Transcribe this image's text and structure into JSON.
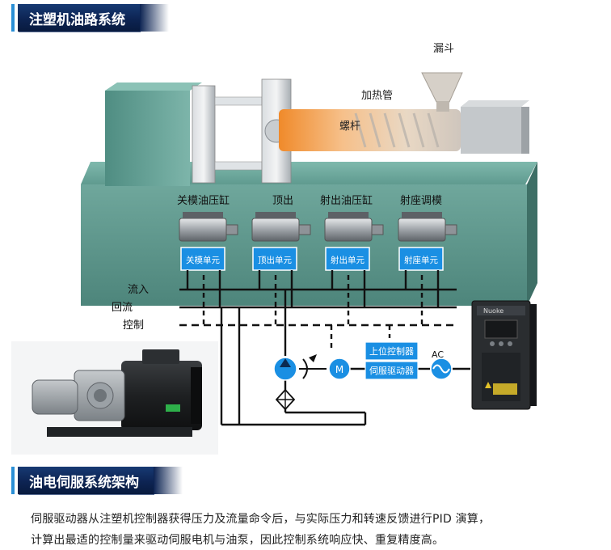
{
  "sections": {
    "top_title": "注塑机油路系统",
    "bottom_title": "油电伺服系统架构"
  },
  "machine_labels": {
    "hopper": "漏斗",
    "heater_tube": "加热管",
    "screw": "螺杆"
  },
  "cylinders": [
    {
      "heading": "关模油压缸",
      "unit": "关模单元"
    },
    {
      "heading": "顶出",
      "unit": "顶出单元"
    },
    {
      "heading": "射出油压缸",
      "unit": "射出单元"
    },
    {
      "heading": "射座调模",
      "unit": "射座单元"
    }
  ],
  "lines": {
    "inflow": "流入",
    "return": "回流",
    "control": "控制"
  },
  "controls": {
    "upper_controller": "上位控制器",
    "servo_driver": "伺服驱动器",
    "ac": "AC",
    "motor": "M"
  },
  "drive_brand": "Nuoke",
  "description": {
    "line1": "伺服驱动器从注塑机控制器获得压力及流量命令后，与实际压力和转速反馈进行PID 演算，",
    "line2": "计算出最适的控制量来驱动伺服电机与油泵，因此控制系统响应快、重复精度高。"
  }
}
